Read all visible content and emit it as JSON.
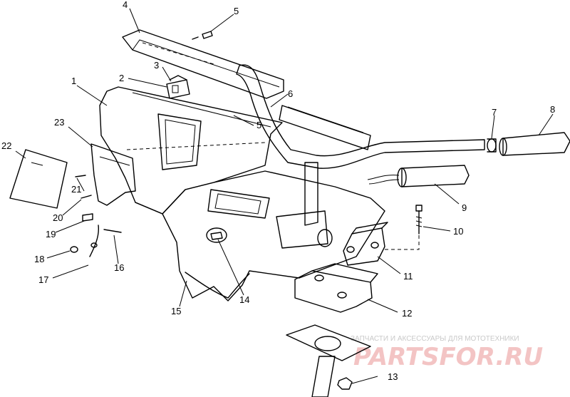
{
  "labels": [
    "1",
    "2",
    "3",
    "4",
    "5",
    "5",
    "6",
    "7",
    "8",
    "9",
    "10",
    "11",
    "12",
    "13",
    "14",
    "15",
    "16",
    "17",
    "18",
    "19",
    "20",
    "21",
    "22",
    "23"
  ],
  "watermark": {
    "tagline": "ЗАПЧАСТИ И АКСЕССУАРЫ ДЛЯ МОТОТЕХНИКИ",
    "brand": "PARTSFOR.RU"
  }
}
